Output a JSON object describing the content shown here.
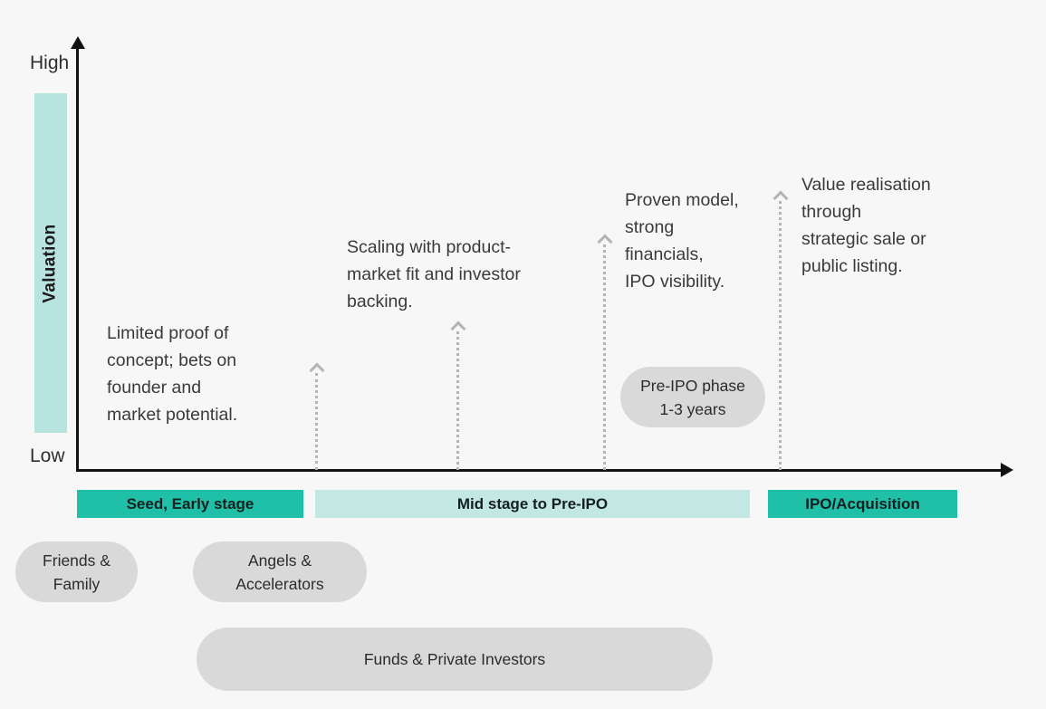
{
  "diagram": {
    "y_axis": {
      "high_label": "High",
      "low_label": "Low",
      "axis_label": "Valuation"
    },
    "annotations": [
      {
        "text": "Limited proof of\nconcept; bets on\nfounder and\nmarket potential."
      },
      {
        "text": "Scaling with product-\nmarket fit and investor\nbacking."
      },
      {
        "text": "Proven model,\nstrong\nfinancials,\nIPO visibility."
      },
      {
        "text": "Value realisation\nthrough\nstrategic sale or\npublic listing."
      }
    ],
    "stage_bars": [
      {
        "label": "Seed, Early stage",
        "color": "#1fc0a7"
      },
      {
        "label": "Mid stage to Pre-IPO",
        "color": "#c3e8e4"
      },
      {
        "label": "IPO/Acquisition",
        "color": "#1fc0a7"
      }
    ],
    "pills": {
      "pre_ipo": "Pre-IPO phase\n1-3 years",
      "friends_family": "Friends &\nFamily",
      "angels_accelerators": "Angels &\nAccelerators",
      "funds_private": "Funds & Private Investors"
    },
    "colors": {
      "teal": "#1fc0a7",
      "light_teal": "#c3e8e4",
      "valuation_bar": "#b8e4e0",
      "pill_gray": "#d9d9d9",
      "arrow_gray": "#b4b4b4",
      "axis_black": "#121212",
      "background": "#f7f7f8"
    }
  }
}
